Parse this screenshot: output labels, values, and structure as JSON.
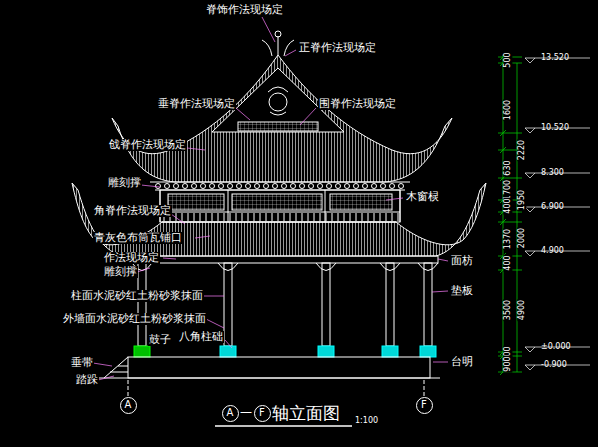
{
  "diagram": {
    "title": "轴立面图",
    "nodes": [
      {
        "text": [
          "A"
        ]
      },
      {
        "text": [
          "F"
        ]
      },
      {
        "text": [
          "A"
        ]
      },
      {
        "text": [
          "F"
        ]
      }
    ],
    "labels": [
      "脊饰作法现场定",
      "正脊作法现场定",
      "垂脊作法现场定",
      "围脊作法现场定",
      "戗脊作法现场定",
      "雕刻撑",
      "木窗棂",
      "角脊作法现场定",
      "青灰色布筒瓦铺口",
      "作法现场定",
      "雕刻撑",
      "面枋",
      "柱面水泥砂红土粉砂浆抹面",
      "垫板",
      "外墙面水泥砂红土粉砂浆抹面",
      "八角柱础",
      "鼓子",
      "垂带",
      "台明",
      "踏跺",
      "—",
      "1:100",
      "13.520",
      "10.520",
      "8.300",
      "6.900",
      "4.900",
      "±0.000",
      "-0.900",
      "500",
      "1600",
      "630",
      "1700",
      "400",
      "1370",
      "400",
      "3500",
      "500",
      "900",
      "2220",
      "1950",
      "2000",
      "4900"
    ]
  }
}
